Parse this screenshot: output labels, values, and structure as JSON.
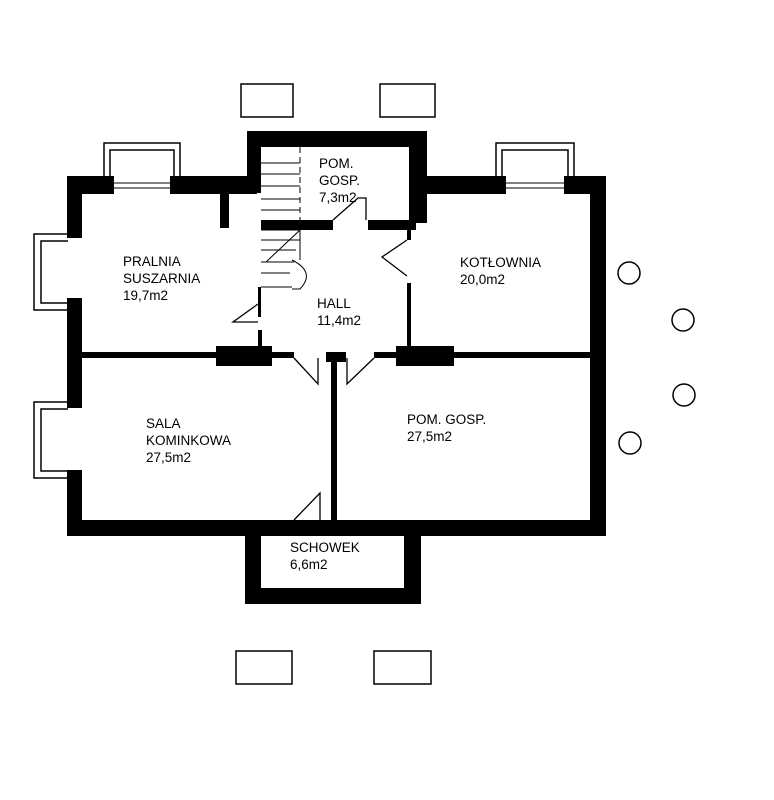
{
  "rooms": {
    "pom_gosp_small": {
      "line1": "POM.",
      "line2": "GOSP.",
      "area": "7,3m2"
    },
    "pralnia": {
      "line1": "PRALNIA",
      "line2": "SUSZARNIA",
      "area": "19,7m2"
    },
    "kotlownia": {
      "name": "KOTŁOWNIA",
      "area": "20,0m2"
    },
    "hall": {
      "name": "HALL",
      "area": "11,4m2"
    },
    "sala": {
      "line1": "SALA",
      "line2": "KOMINKOWA",
      "area": "27,5m2"
    },
    "pom_gosp_large": {
      "name": "POM. GOSP.",
      "area": "27,5m2"
    },
    "schowek": {
      "name": "SCHOWEK",
      "area": "6,6m2"
    }
  },
  "colors": {
    "wall": "#000000",
    "background": "#ffffff"
  }
}
